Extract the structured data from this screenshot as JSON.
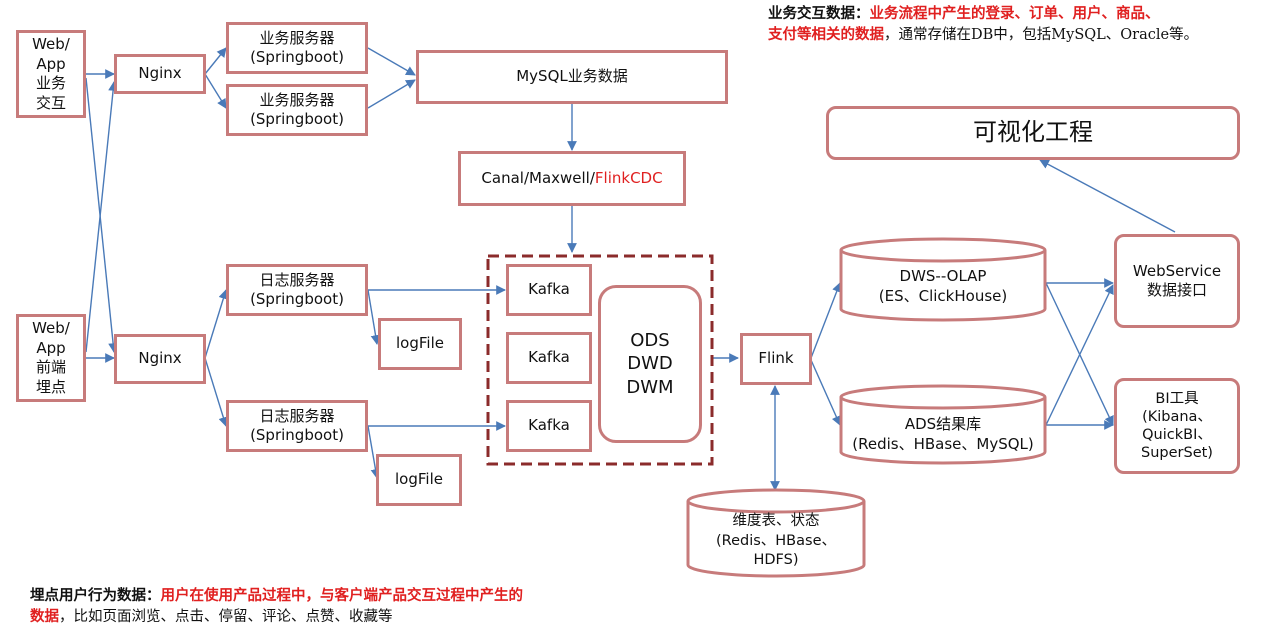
{
  "colors": {
    "border": "#c77b7b",
    "arrow": "#4a7ab8",
    "highlight": "#e02020",
    "dashed": "#8b2b2b"
  },
  "sources": {
    "business": [
      "Web/",
      "App",
      "业务",
      "交互"
    ],
    "tracking": [
      "Web/",
      "App",
      "前端",
      "埋点"
    ]
  },
  "nginx": {
    "top": "Nginx",
    "bottom": "Nginx"
  },
  "biz_servers": [
    {
      "line1": "业务服务器",
      "line2": "(Springboot)"
    },
    {
      "line1": "业务服务器",
      "line2": "(Springboot)"
    }
  ],
  "log_servers": [
    {
      "line1": "日志服务器",
      "line2": "(Springboot)"
    },
    {
      "line1": "日志服务器",
      "line2": "(Springboot)"
    }
  ],
  "logfile": [
    "logFile",
    "logFile"
  ],
  "mysql": "MySQL业务数据",
  "cdc": {
    "part1": "Canal/Maxwell/",
    "part2": "FlinkCDC"
  },
  "kafka": [
    "Kafka",
    "Kafka",
    "Kafka"
  ],
  "warehouse": [
    "ODS",
    "DWD",
    "DWM"
  ],
  "flink": "Flink",
  "dws": {
    "line1": "DWS--OLAP",
    "line2": "(ES、ClickHouse)"
  },
  "ads": {
    "line1": "ADS结果库",
    "line2": "(Redis、HBase、MySQL)"
  },
  "dim": {
    "line1": "维度表、状态",
    "line2": "(Redis、HBase、",
    "line3": "HDFS)"
  },
  "visual": "可视化工程",
  "webservice": {
    "line1": "WebService",
    "line2": "数据接口"
  },
  "bi": {
    "line1": "BI工具",
    "line2": "(Kibana、",
    "line3": "QuickBI、",
    "line4": "SuperSet)"
  },
  "note_top": {
    "label": "业务交互数据：",
    "highlight1": "业务流程中产生的登录、订单、用户、商品、",
    "highlight2": "支付等相关的数据",
    "rest": "，通常存储在DB中，包括MySQL、Oracle等。"
  },
  "note_bottom": {
    "label": "埋点用户行为数据：",
    "highlight1": "用户在使用产品过程中，与客户端产品交互过程中产生的",
    "highlight2": "数据",
    "rest": "，比如页面浏览、点击、停留、评论、点赞、收藏等"
  }
}
